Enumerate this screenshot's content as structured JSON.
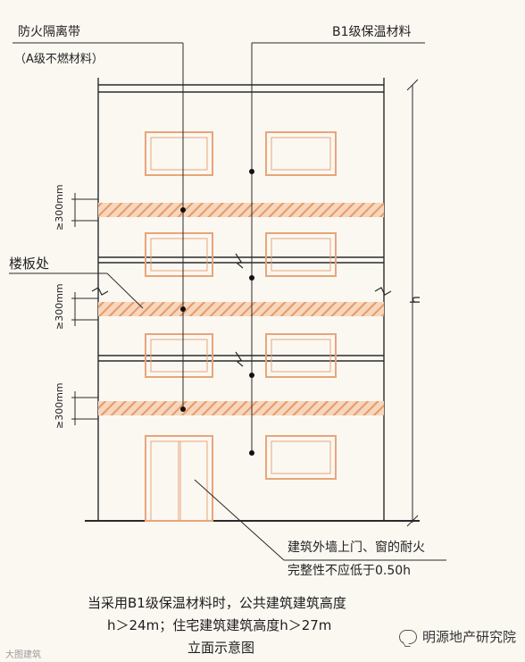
{
  "labels": {
    "fire_barrier": "防火隔离带",
    "fire_barrier_note": "（A级不燃材料）",
    "b1_material": "B1级保温材料",
    "floor_slab": "楼板处",
    "spacing_1": "≥300mm",
    "spacing_2": "≥300mm",
    "spacing_3": "≥300mm",
    "height_symbol": "h",
    "door_window_line1": "建筑外墙上门、窗的耐火",
    "door_window_line2": "完整性不应低于0.50h"
  },
  "caption": {
    "line1": "当采用B1级保温材料时，公共建筑建筑高度",
    "line2": "h＞24m；住宅建筑建筑高度h＞27m",
    "line3": "立面示意图"
  },
  "watermark": {
    "left": "大图建筑",
    "right": "明源地产研究院"
  },
  "colors": {
    "line": "#2a2a2a",
    "window": "#e8a57a",
    "hatch": "#e79a66"
  }
}
